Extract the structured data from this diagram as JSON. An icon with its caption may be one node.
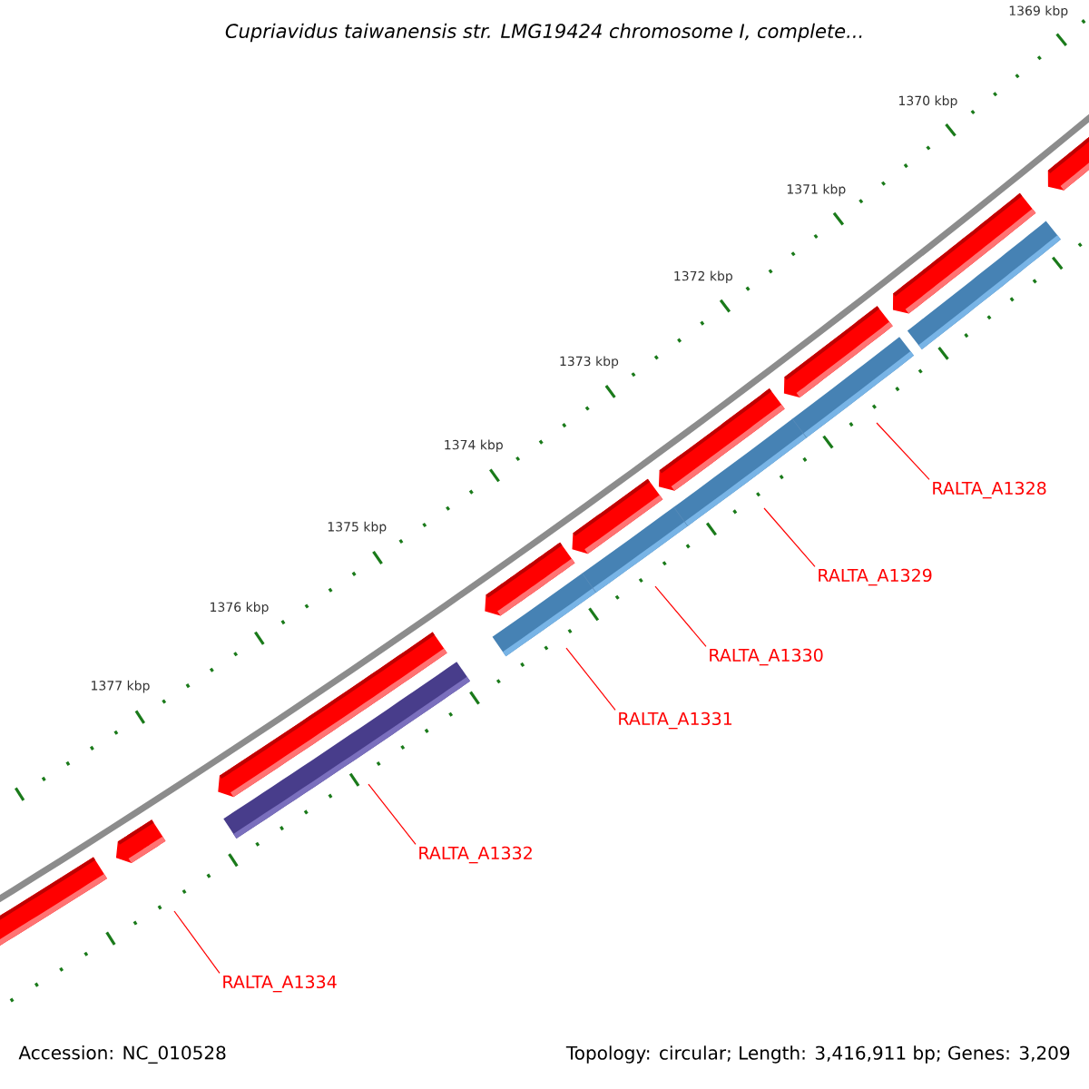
{
  "diagram": {
    "title": "Cupriavidus taiwanensis str. LMG19424 chromosome I, complete...",
    "nodes": [
      {
        "text": [
          "RALTA_A1328"
        ]
      },
      {
        "text": [
          "RALTA_A1329"
        ]
      },
      {
        "text": [
          "RALTA_A1330"
        ]
      },
      {
        "text": [
          "RALTA_A1331"
        ]
      },
      {
        "text": [
          "RALTA_A1332"
        ]
      },
      {
        "text": [
          "RALTA_A1334"
        ]
      }
    ],
    "edges": [
      {
        "from": 0,
        "to": null,
        "arrow": "none"
      },
      {
        "from": 1,
        "to": null,
        "arrow": "none"
      },
      {
        "from": 2,
        "to": null,
        "arrow": "none"
      },
      {
        "from": 3,
        "to": null,
        "arrow": "none"
      },
      {
        "from": 4,
        "to": null,
        "arrow": "none"
      },
      {
        "from": 5,
        "to": null,
        "arrow": "none"
      }
    ],
    "labels": [
      "1369 kbp",
      "1370 kbp",
      "1371 kbp",
      "1372 kbp",
      "1373 kbp",
      "1374 kbp",
      "1375 kbp",
      "1376 kbp",
      "1377 kbp",
      "Accession: NC_010528",
      "Topology: circular; Length: 3,416,911 bp; Genes: 3,209"
    ]
  }
}
